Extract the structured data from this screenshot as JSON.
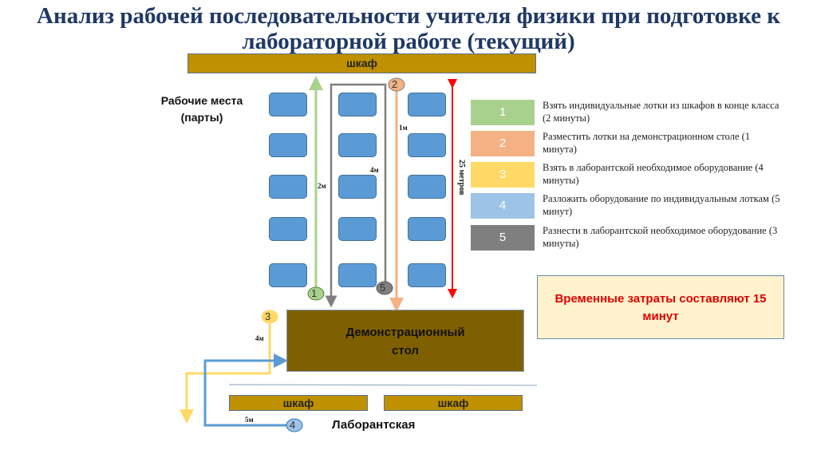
{
  "title": "Анализ рабочей последовательности учителя физики при подготовке к лабораторной работе (текущий)",
  "cabinet_top": {
    "label": "шкаф",
    "color": "#bf9000"
  },
  "workplaces_label": "Рабочие места (парты)",
  "desks": {
    "columns": 3,
    "rows": 5,
    "color": "#5b9bd5"
  },
  "distance_total": "25 метров",
  "distances": {
    "path1": "2м",
    "path2": "1м",
    "path5": "4м",
    "path3": "4м",
    "path4": "5м"
  },
  "markers": [
    "1",
    "2",
    "3",
    "4",
    "5"
  ],
  "demo_table": {
    "line1": "Демонстрационный",
    "line2": "стол",
    "color": "#7f6000"
  },
  "cabinets_bottom": [
    {
      "label": "шкаф"
    },
    {
      "label": "шкаф"
    }
  ],
  "lab_label": "Лаборантская",
  "legend": [
    {
      "num": "1",
      "color": "#a9d18e",
      "text": "Взять индивидуальные лотки из шкафов в конце класса (2 минуты)"
    },
    {
      "num": "2",
      "color": "#f4b183",
      "text": "Разместить лотки на демонстрационном столе (1 минута)"
    },
    {
      "num": "3",
      "color": "#ffd966",
      "text": "Взять в лаборантской необходимое оборудование (4 минуты)"
    },
    {
      "num": "4",
      "color": "#9dc3e6",
      "text": "Разложить оборудование по индивидуальным лоткам (5 минут)"
    },
    {
      "num": "5",
      "color": "#7f7f7f",
      "text": "Разнести в лаборантской необходимое оборудование (3 минуты)"
    }
  ],
  "summary": "Временные затраты составляют 15 минут"
}
